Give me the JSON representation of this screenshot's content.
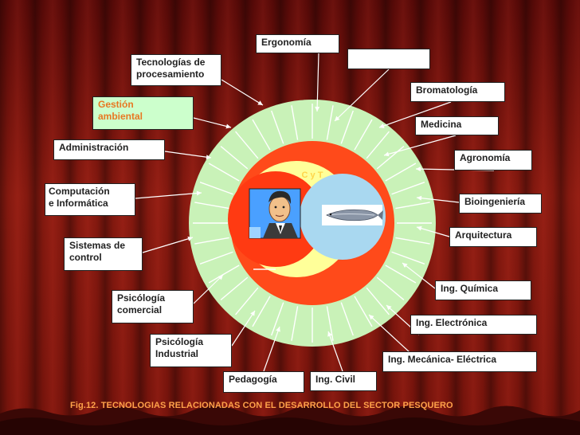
{
  "center": {
    "label": "C y T"
  },
  "boxes": {
    "ergonomia": "Ergonomía",
    "blank": "",
    "tecnologias": "Tecnologías de\nprocesamiento",
    "bromatologia": "Bromatología",
    "gestion": "Gestión\nambiental",
    "medicina": "Medicina",
    "administracion": "Administración",
    "agronomia": "Agronomía",
    "computacion": "Computación\ne Informática",
    "bioingenieria": "Bioingeniería",
    "arquitectura": "Arquitectura",
    "sistemas": "Sistemas de\ncontrol",
    "ing_quimica": "Ing. Química",
    "psico_comercial": "Psicólogía\ncomercial",
    "ing_electronica": "Ing. Electrónica",
    "psico_industrial": "Psicólogía\nIndustrial",
    "ing_mecanica": "Ing. Mecánica- Eléctrica",
    "pedagogia": "Pedagogía",
    "ing_civil": "Ing. Civil"
  },
  "caption": "Fig.12. TECNOLOGIAS RELACIONADAS CON EL DESARROLLO DEL SECTOR PESQUERO",
  "colors": {
    "outer_ring": "#c9f2b8",
    "red_ring": "#ff4a1a",
    "yellow": "#ffff99",
    "blue_circle": "#a9d8f0",
    "green_box": "#ccffcc",
    "caption": "#ffa24a",
    "background": "#7a140c"
  }
}
